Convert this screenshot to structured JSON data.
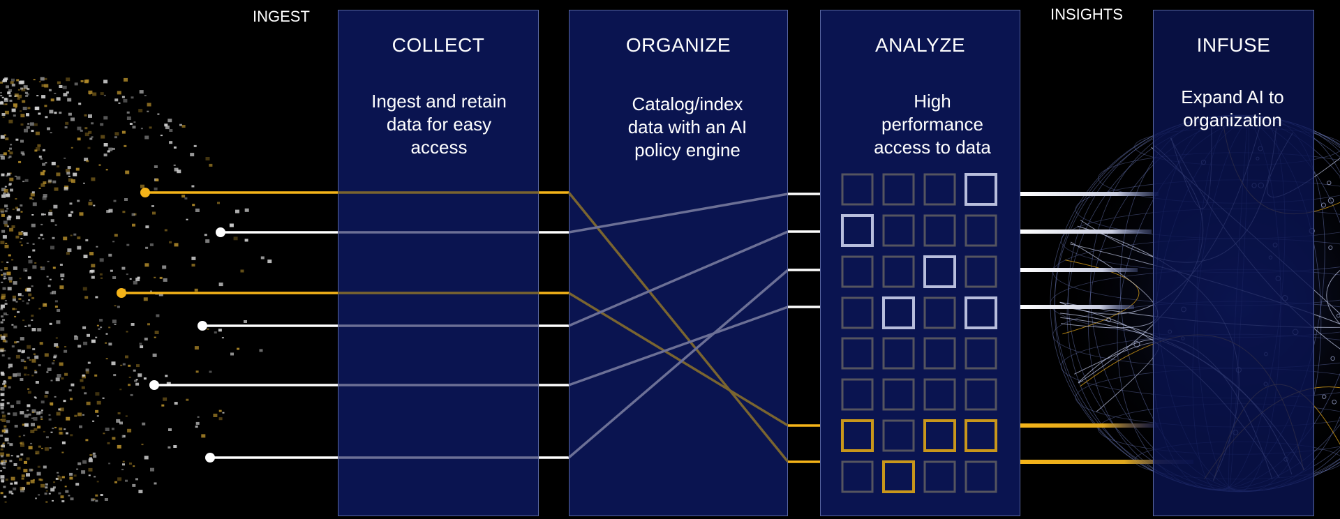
{
  "labels": {
    "ingest": "INGEST",
    "insights": "INSIGHTS"
  },
  "panels": [
    {
      "id": "collect",
      "title": "COLLECT",
      "description": "Ingest and retain data for easy access"
    },
    {
      "id": "organize",
      "title": "ORGANIZE",
      "description": "Catalog/index data with an AI policy engine"
    },
    {
      "id": "analyze",
      "title": "ANALYZE",
      "description": "High performance access to data"
    },
    {
      "id": "infuse",
      "title": "INFUSE",
      "description": "Expand AI to organization"
    }
  ],
  "colors": {
    "background": "#000000",
    "panel": "#0a1450",
    "panel_border": "#5866a0",
    "gold": "#f5b419",
    "white": "#ffffff",
    "grid_cell": "#55555f",
    "grid_highlight_white": "#b8bedc",
    "grid_highlight_gold": "#c9971b"
  },
  "analyze_grid": {
    "rows": 8,
    "cols": 4,
    "highlighted_white": [
      [
        0,
        3
      ],
      [
        1,
        0
      ],
      [
        2,
        2
      ],
      [
        3,
        1
      ],
      [
        3,
        3
      ]
    ],
    "highlighted_gold": [
      [
        6,
        0
      ],
      [
        6,
        2
      ],
      [
        6,
        3
      ],
      [
        7,
        1
      ]
    ]
  },
  "flows": [
    {
      "color": "gold"
    },
    {
      "color": "white"
    },
    {
      "color": "gold"
    },
    {
      "color": "white"
    },
    {
      "color": "white"
    },
    {
      "color": "white"
    }
  ],
  "outputs": [
    {
      "color": "white"
    },
    {
      "color": "white"
    },
    {
      "color": "white"
    },
    {
      "color": "white"
    },
    {
      "color": "gold"
    },
    {
      "color": "gold"
    }
  ]
}
